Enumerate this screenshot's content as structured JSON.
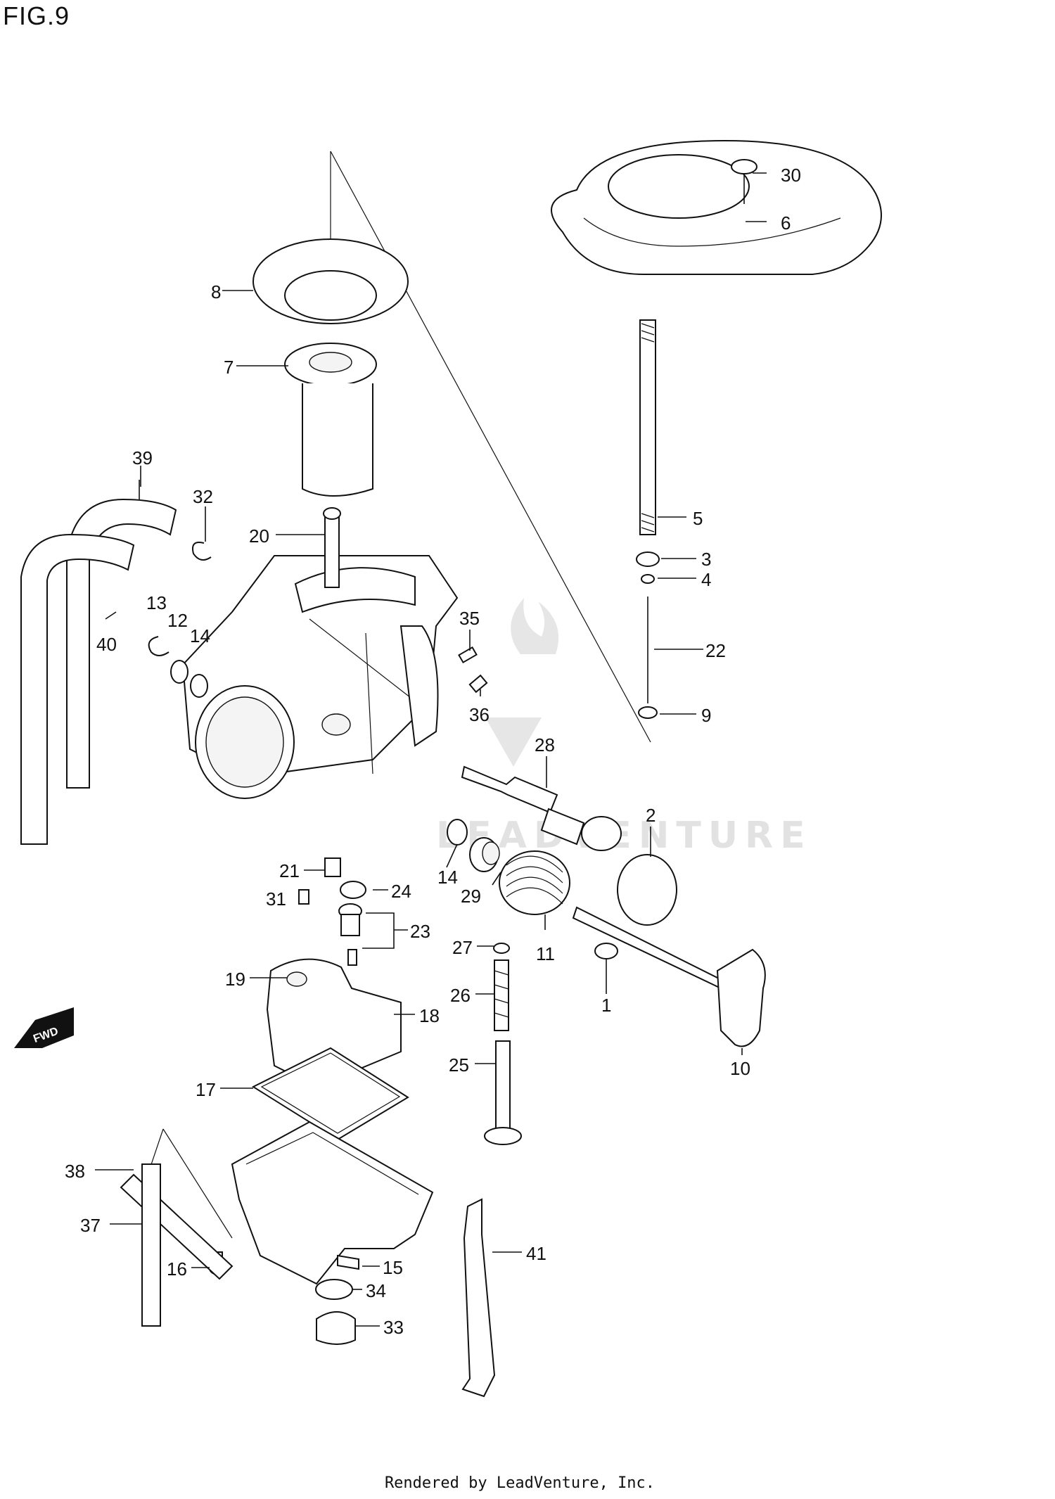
{
  "figure": {
    "title": "FIG.9"
  },
  "watermark": {
    "text": "LEADVENTURE"
  },
  "fwd_badge": {
    "text": "FWD"
  },
  "footer": {
    "text": "Rendered by LeadVenture, Inc."
  },
  "callouts": {
    "n1": "1",
    "n2": "2",
    "n3": "3",
    "n4": "4",
    "n5": "5",
    "n6": "6",
    "n7": "7",
    "n8": "8",
    "n9": "9",
    "n10": "10",
    "n11": "11",
    "n12": "12",
    "n13": "13",
    "n14a": "14",
    "n14b": "14",
    "n15": "15",
    "n16": "16",
    "n17": "17",
    "n18": "18",
    "n19": "19",
    "n20": "20",
    "n21": "21",
    "n22": "22",
    "n23": "23",
    "n24": "24",
    "n25": "25",
    "n26": "26",
    "n27": "27",
    "n28": "28",
    "n29": "29",
    "n30": "30",
    "n31": "31",
    "n32": "32",
    "n33": "33",
    "n34": "34",
    "n35": "35",
    "n36": "36",
    "n37": "37",
    "n38": "38",
    "n39": "39",
    "n40": "40",
    "n41": "41"
  }
}
